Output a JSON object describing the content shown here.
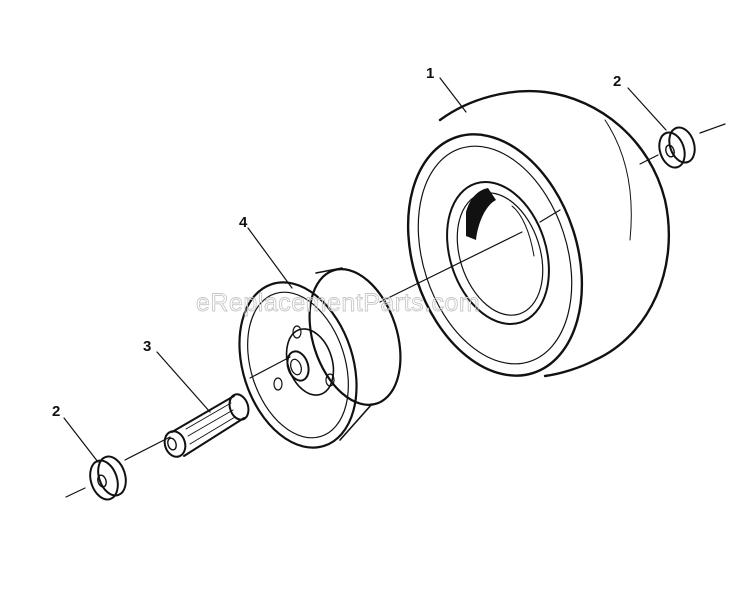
{
  "watermark": "eReplacementParts.com",
  "callouts": {
    "tire": "1",
    "spacer_top": "2",
    "spacer_bottom": "2",
    "bearing": "3",
    "rim": "4"
  },
  "colors": {
    "ink": "#111111",
    "watermark": "#c8c8c8",
    "background": "#ffffff"
  }
}
